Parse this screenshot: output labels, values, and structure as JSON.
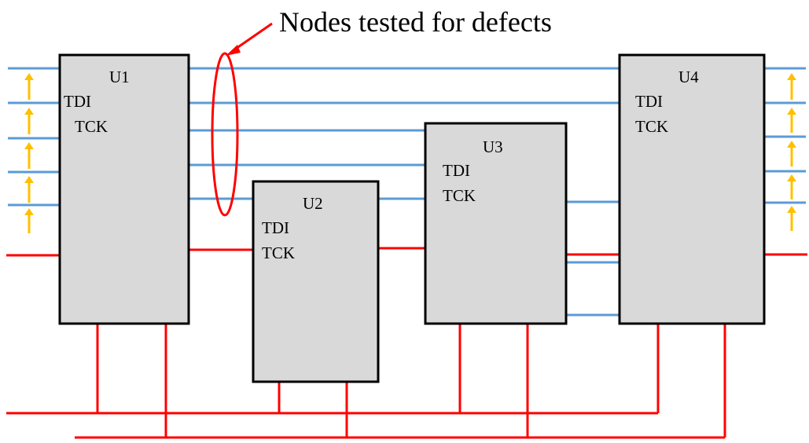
{
  "callout": {
    "text": "Nodes tested for defects"
  },
  "colors": {
    "signal_wire": "#5b9bd5",
    "control_wire": "#ff0000",
    "chip_fill": "#d9d9d9",
    "chip_border": "#000000",
    "arrow": "#ffc000",
    "callout_ellipse": "#ff0000"
  },
  "chips": [
    {
      "id": "U1",
      "name": "U1",
      "pins": [
        "TDI",
        "TCK"
      ]
    },
    {
      "id": "U2",
      "name": "U2",
      "pins": [
        "TDI",
        "TCK"
      ]
    },
    {
      "id": "U3",
      "name": "U3",
      "pins": [
        "TDI",
        "TCK"
      ]
    },
    {
      "id": "U4",
      "name": "U4",
      "pins": [
        "TDI",
        "TCK"
      ]
    }
  ]
}
